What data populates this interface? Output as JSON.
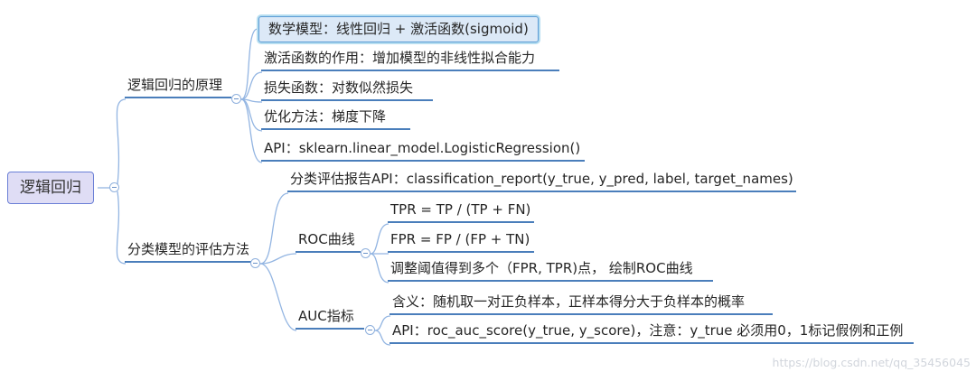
{
  "root": {
    "label": "逻辑回归"
  },
  "branches": {
    "principle": {
      "label": "逻辑回归的原理",
      "children": [
        {
          "label": "数学模型：线性回归 + 激活函数(sigmoid)"
        },
        {
          "label": "激活函数的作用：增加模型的非线性拟合能力"
        },
        {
          "label": "损失函数：对数似然损失"
        },
        {
          "label": "优化方法：梯度下降"
        },
        {
          "label": "API：sklearn.linear_model.LogisticRegression()"
        }
      ]
    },
    "evaluation": {
      "label": "分类模型的评估方法",
      "children": [
        {
          "label": "分类评估报告API：classification_report(y_true, y_pred, label, target_names)"
        }
      ],
      "roc": {
        "label": "ROC曲线",
        "children": [
          {
            "label": "TPR = TP / (TP + FN)"
          },
          {
            "label": "FPR = FP / (FP + TN)"
          },
          {
            "label": "调整阈值得到多个（FPR, TPR)点， 绘制ROC曲线"
          }
        ]
      },
      "auc": {
        "label": "AUC指标",
        "children": [
          {
            "label": "含义：随机取一对正负样本，正样本得分大于负样本的概率"
          },
          {
            "label": "API：roc_auc_score(y_true, y_score)，注意：y_true 必须用0，1标记假例和正例"
          }
        ]
      }
    }
  },
  "watermark": "https://blog.csdn.net/qq_35456045",
  "colors": {
    "connector_line": "#93b5e2",
    "underline": "#4a7ebb",
    "highlight_fill": "#dce9f7",
    "highlight_border": "#5b9bd5",
    "root_fill": "#dfddf5",
    "root_border": "#6a7fd6",
    "text": "#262626",
    "watermark": "#c9ced6"
  }
}
